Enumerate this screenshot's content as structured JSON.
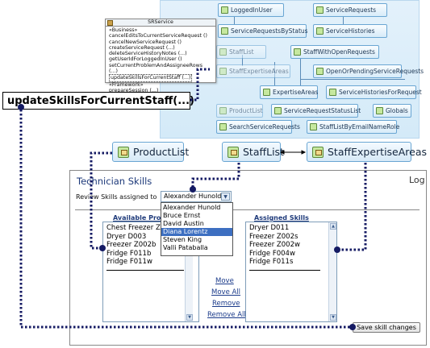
{
  "diagram": {
    "service_class": {
      "title": "SRService",
      "stereotype": "«Business»",
      "methods": [
        "cancelEditsToCurrentServiceRequest ()",
        "cancelNewServiceRequest ()",
        "createServiceRequest (...)",
        "deleteServiceHistoryNotes (...)",
        "getUserIdForLoggedInUser ()",
        "setCurrentProblemAndAssigneeRows (...)",
        "updateSkillsForCurrentStaff (...)"
      ],
      "framework_stereotype": "«Framework»",
      "framework_methods": [
        "prepareSession (...)"
      ]
    },
    "nodes": {
      "logged_in_user": "LoggedInUser",
      "service_requests": "ServiceRequests",
      "service_requests_by_status": "ServiceRequestsByStatus",
      "service_histories": "ServiceHistories",
      "staff_list": "StaffList",
      "staff_with_open_requests": "StaffWithOpenRequests",
      "staff_expertise_areas": "StaffExpertiseAreas",
      "open_or_pending_service_requests": "OpenOrPendingServiceRequests",
      "expertise_areas": "ExpertiseAreas",
      "service_histories_for_request": "ServiceHistoriesForRequest",
      "product_list": "ProductList",
      "service_request_status_list": "ServiceRequestStatusList",
      "globals": "Globals",
      "search_service_requests": "SearchServiceRequests",
      "staff_list_by_email_name_role": "StaffListByEmailNameRole"
    }
  },
  "callout": "updateSkillsForCurrentStaff(...)",
  "tabs": {
    "product_list": "ProductList",
    "staff_list": "StaffList",
    "staff_expertise_areas": "StaffExpertiseAreas"
  },
  "panel": {
    "title": "Technician Skills",
    "log_label": "Log",
    "review_label": "Review Skills assigned to",
    "selected_staff": "Alexander Hunold",
    "dropdown_options": [
      "Alexander Hunold",
      "Bruce Ernst",
      "David Austin",
      "Diana Lorentz",
      "Steven King",
      "Valli Pataballa"
    ],
    "highlighted_option": "Diana Lorentz",
    "available_header": "Available Prod",
    "available_items": [
      "Chest Freezer Z0",
      "Dryer D003",
      "Freezer Z002b",
      "Fridge F011b",
      "Fridge F011w"
    ],
    "assigned_header": "Assigned Skills",
    "assigned_items": [
      "Dryer D011",
      "Freezer Z002s",
      "Freezer Z002w",
      "Fridge F004w",
      "Fridge F011s"
    ],
    "links": {
      "move": "Move",
      "move_all": "Move All",
      "remove": "Remove",
      "remove_all": "Remove All"
    },
    "save_button": "Save skill changes"
  },
  "colors": {
    "dotted_connector": "#141a63",
    "panel_title": "#1e3a7a",
    "selection": "#3d6fc1"
  }
}
